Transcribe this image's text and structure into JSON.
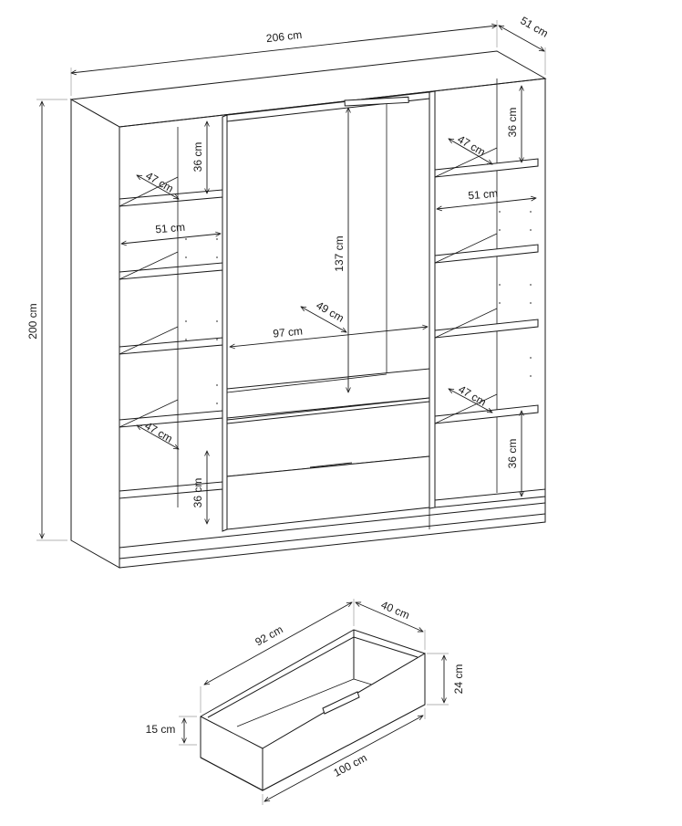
{
  "wardrobe": {
    "total_width": "206 cm",
    "depth": "51 cm",
    "height": "200 cm",
    "shelf_gap_top": "36 cm",
    "shelf_depth_top_left": "47 cm",
    "shelf_width_left": "51 cm",
    "shelf_depth_lower_left": "47 cm",
    "shelf_gap_bottom_left": "36 cm",
    "hanging_height": "137 cm",
    "hanging_depth": "49 cm",
    "hanging_width": "97 cm",
    "shelf_gap_top_right": "36 cm",
    "shelf_depth_top_right": "47 cm",
    "shelf_width_right": "51 cm",
    "shelf_depth_lower_right": "47 cm",
    "shelf_gap_bottom_right": "36 cm"
  },
  "drawer": {
    "length": "92 cm",
    "depth": "40 cm",
    "front_height": "24 cm",
    "side_height": "15 cm",
    "front_width": "100 cm"
  },
  "colors": {
    "line": "#1a1a1a",
    "background": "#ffffff"
  }
}
